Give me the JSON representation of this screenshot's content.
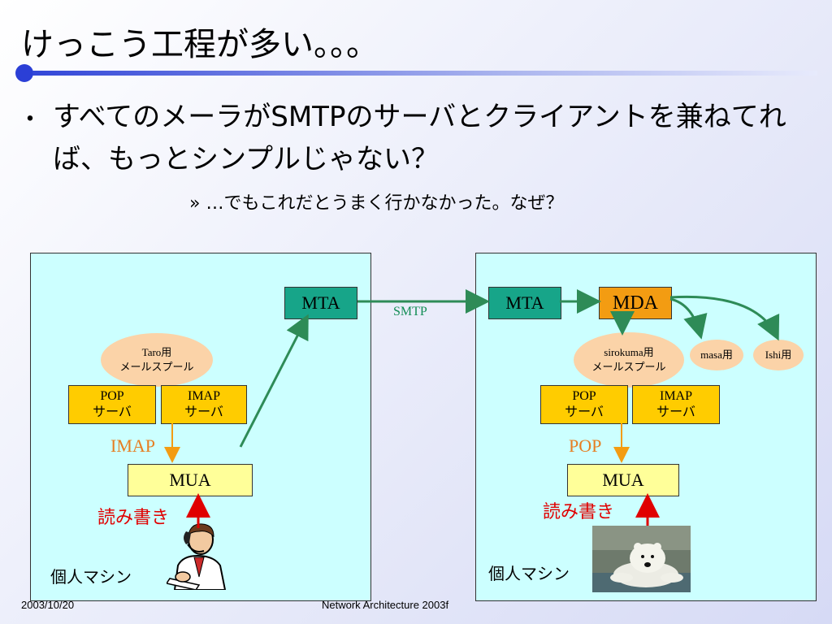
{
  "slide": {
    "title": "けっこう工程が多い。。。",
    "bullet": "すべてのメーラがSMTPのサーバとクライアントを兼ねてれば、もっとシンプルじゃない？",
    "bullet_mark": "・",
    "sub_bullet": "» …でもこれだとうまく行かなかった。なぜ？"
  },
  "left_panel": {
    "mta": "MTA",
    "spool": "Taro用\nメールスプール",
    "pop_server": "POP\nサーバ",
    "imap_server": "IMAP\nサーバ",
    "protocol_label": "IMAP",
    "mua": "MUA",
    "rw_label": "読み書き",
    "machine_label": "個人マシン",
    "person_icon": "man-on-phone-clipart"
  },
  "right_panel": {
    "mta": "MTA",
    "mda": "MDA",
    "spool": "sirokuma用\nメールスプール",
    "masa": "masa用",
    "ishi": "Ishi用",
    "pop_server": "POP\nサーバ",
    "imap_server": "IMAP\nサーバ",
    "protocol_label": "POP",
    "mua": "MUA",
    "rw_label": "読み書き",
    "machine_label": "個人マシン",
    "photo": "polar-bear-photo"
  },
  "link": {
    "smtp_label": "SMTP"
  },
  "footer": {
    "date": "2003/10/20",
    "course": "Network Architecture 2003f"
  },
  "colors": {
    "panel_bg": "#ccffff",
    "mta": "#17a589",
    "mda": "#f39c12",
    "server": "#ffcc00",
    "mua": "#ffff99",
    "spool": "#fbd3a8",
    "green_arrow": "#2e8b57",
    "orange_arrow": "#f39c12",
    "red_arrow": "#e00000",
    "title_rule": "#3347d8"
  }
}
